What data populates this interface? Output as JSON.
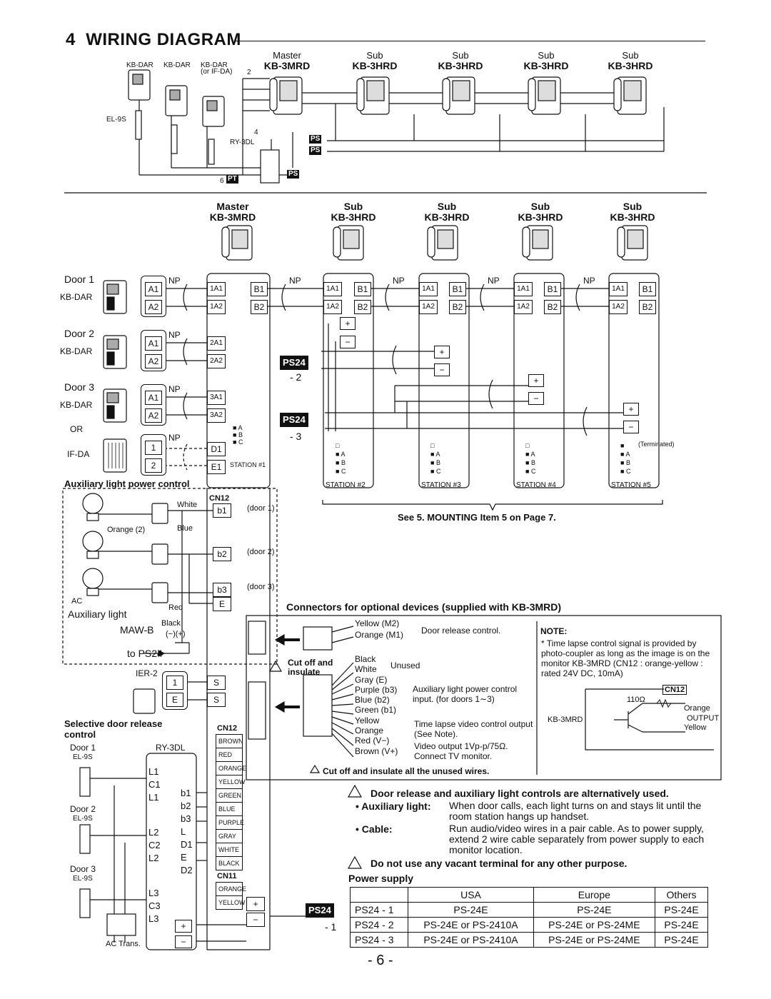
{
  "page": {
    "section_number": "4",
    "title": "WIRING DIAGRAM",
    "page_number": "- 6 -"
  },
  "top_diagram": {
    "door_stations": [
      "KB-DAR",
      "KB-DAR",
      "KB-DAR"
    ],
    "door_station_alt": "(or IF-DA)",
    "el_label": "EL-9S",
    "ry_label": "RY-3DL",
    "monitors": [
      {
        "role": "Master",
        "model": "KB-3MRD"
      },
      {
        "role": "Sub",
        "model": "KB-3HRD"
      },
      {
        "role": "Sub",
        "model": "KB-3HRD"
      },
      {
        "role": "Sub",
        "model": "KB-3HRD"
      },
      {
        "role": "Sub",
        "model": "KB-3HRD"
      }
    ],
    "ps_tag": "PS",
    "pt_tag": "PT",
    "wire_counts": [
      "2",
      "4",
      "6"
    ]
  },
  "main_diagram": {
    "monitors": [
      {
        "role": "Master",
        "model": "KB-3MRD"
      },
      {
        "role": "Sub",
        "model": "KB-3HRD"
      },
      {
        "role": "Sub",
        "model": "KB-3HRD"
      },
      {
        "role": "Sub",
        "model": "KB-3HRD"
      },
      {
        "role": "Sub",
        "model": "KB-3HRD"
      }
    ],
    "doors": [
      {
        "name": "Door 1",
        "model": "KB-DAR"
      },
      {
        "name": "Door 2",
        "model": "KB-DAR"
      },
      {
        "name": "Door 3",
        "model": "KB-DAR"
      }
    ],
    "or_label": "OR",
    "ifda_label": "IF-DA",
    "np": "NP",
    "door_terms": [
      "A1",
      "A2"
    ],
    "ifda_terms": [
      "1",
      "2"
    ],
    "master_terms": [
      "1A1",
      "1A2",
      "2A1",
      "2A2",
      "3A1",
      "3A2",
      "D1",
      "E1"
    ],
    "master_b": [
      "B1",
      "B2"
    ],
    "sub_terms": [
      "1A1",
      "1A2",
      "B1",
      "B2"
    ],
    "station_master": "STATION #1",
    "stations": [
      "STATION #2",
      "STATION #3",
      "STATION #4",
      "STATION #5"
    ],
    "terminated": "(Terminated)",
    "switch_labels": [
      "A",
      "B",
      "C"
    ],
    "plus": "+",
    "minus": "−",
    "ps24_tag": "PS24",
    "ps24_suffix": [
      "- 2",
      "- 3",
      "- 1"
    ],
    "mounting_note": "See 5. MOUNTING Item 5 on Page 7."
  },
  "aux_light": {
    "header": "Auxiliary light power control",
    "cn12": "CN12",
    "terms": [
      "b1",
      "b2",
      "b3",
      "E"
    ],
    "doors": [
      "(door 1)",
      "(door 2)",
      "(door 3)"
    ],
    "wires": [
      "White",
      "Orange (2)",
      "Blue",
      "Red",
      "Black"
    ],
    "ac": "AC",
    "aux_label": "Auxiliary light",
    "model": "MAW-B",
    "polarity": "(−)(+)",
    "to_ps": "to PS24"
  },
  "ier": {
    "label": "IER-2",
    "terms": [
      "1",
      "E"
    ],
    "master_terms": [
      "S",
      "S"
    ]
  },
  "door_release": {
    "header": "Selective door release control",
    "ry_label": "RY-3DL",
    "doors": [
      {
        "name": "Door 1",
        "model": "EL-9S"
      },
      {
        "name": "Door 2",
        "model": "EL-9S"
      },
      {
        "name": "Door 3",
        "model": "EL-9S"
      }
    ],
    "ry_left": [
      "L1",
      "C1",
      "L1",
      "L2",
      "C2",
      "L2",
      "L3",
      "C3",
      "L3"
    ],
    "ry_right": [
      "b1",
      "b2",
      "b3",
      "L",
      "D1",
      "E",
      "D2"
    ],
    "cn12": "CN12",
    "cn12_colors": [
      "BROWN",
      "RED",
      "ORANGE",
      "YELLOW",
      "GREEN",
      "BLUE",
      "PURPLE",
      "GRAY",
      "WHITE",
      "BLACK"
    ],
    "cn11": "CN11",
    "cn11_colors": [
      "ORANGE",
      "YELLOW"
    ],
    "ac_trans": "AC Trans."
  },
  "connectors": {
    "header": "Connectors for optional devices (supplied with KB-3MRD)",
    "group1_wires": [
      "Yellow  (M2)",
      "Orange (M1)"
    ],
    "group1_desc": "Door release control.",
    "cut_label": "Cut off and insulate",
    "group2_wires": [
      "Black",
      "White",
      "Gray  (E)",
      "Purple (b3)",
      "Blue   (b2)",
      "Green (b1)",
      "Yellow",
      "Orange",
      "Red    (V−)",
      "Brown (V+)"
    ],
    "unused": "Unused",
    "aux_desc": "Auxiliary light power control input. (for doors 1∼3)",
    "tl_desc": "Time lapse video control output (See Note).",
    "video_desc": "Video output 1Vp-p/75Ω. Connect TV monitor.",
    "cut_all": "Cut off and insulate all the unused wires."
  },
  "note": {
    "title": "NOTE:",
    "text": "* Time lapse control signal is provided by photo-coupler as long as the image is on the monitor KB-3MRD (CN12 : orange-yellow : rated 24V DC, 10mA)",
    "cn12": "CN12",
    "resistor": "110Ω",
    "orange": "Orange",
    "output": "OUTPUT",
    "yellow": "Yellow",
    "model": "KB-3MRD"
  },
  "warnings": {
    "w1": "Door release and auxiliary light controls are alternatively used.",
    "aux_key": "• Auxiliary light:",
    "aux_val": "When door calls, each light turns on and stays lit until the room station hangs up handset.",
    "cable_key": "• Cable:",
    "cable_val": "Run audio/video wires in a pair cable.  As to power supply, extend 2 wire cable separately from power supply to each monitor location.",
    "w2": "Do not use any vacant terminal for any other purpose."
  },
  "power_supply": {
    "header": "Power supply",
    "columns": [
      "",
      "USA",
      "Europe",
      "Others"
    ],
    "rows": [
      [
        "PS24 - 1",
        "PS-24E",
        "PS-24E",
        "PS-24E"
      ],
      [
        "PS24 - 2",
        "PS-24E or PS-2410A",
        "PS-24E or PS-24ME",
        "PS-24E"
      ],
      [
        "PS24 - 3",
        "PS-24E or PS-2410A",
        "PS-24E or PS-24ME",
        "PS-24E"
      ]
    ]
  }
}
